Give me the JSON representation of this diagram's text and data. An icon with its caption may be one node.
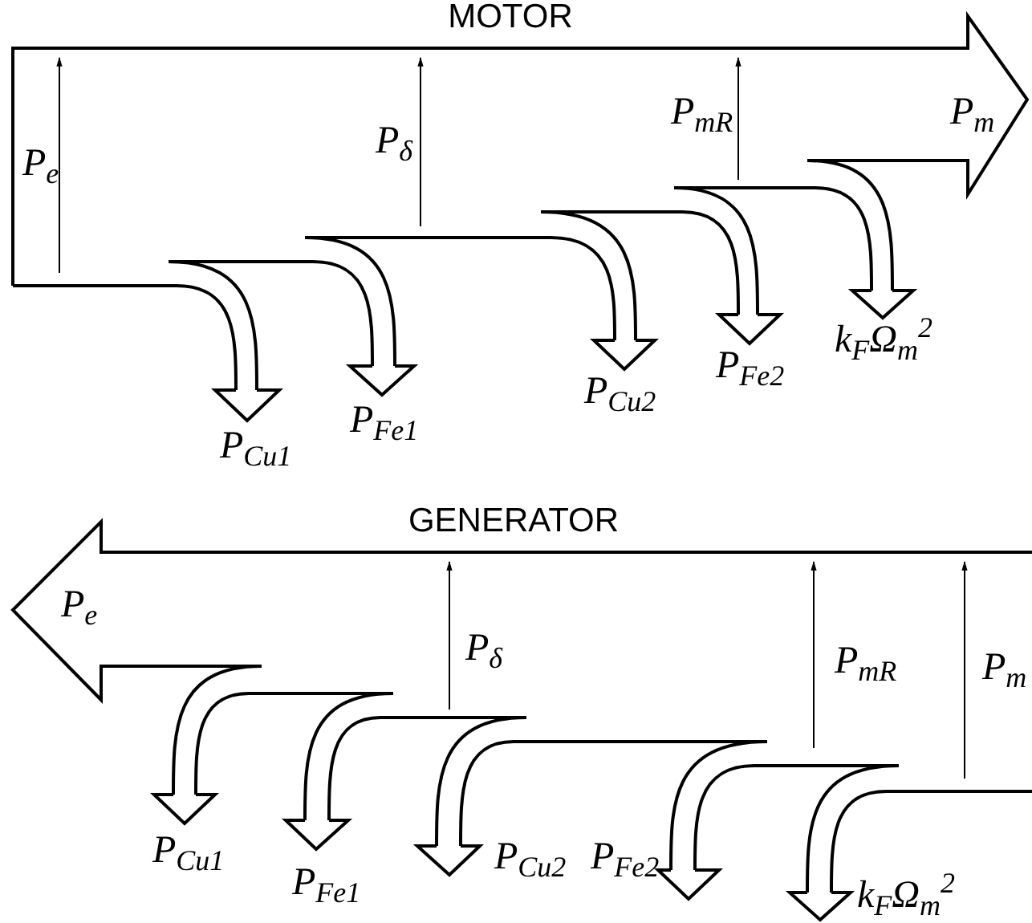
{
  "diagram": {
    "labels": [
      "MOTOR",
      "P$_{e}$",
      "P$_{δ}$",
      "P$_{mR}$",
      "P$_{m}$",
      "P$_{Cu1}$",
      "P$_{Fe1}$",
      "P$_{Cu2}$",
      "P$_{Fe2}$",
      "k$_{F}$Ω$_{m}$$^{2}$",
      "GENERATOR",
      "P$_{e}$",
      "P$_{δ}$",
      "P$_{mR}$",
      "P$_{m}$",
      "P$_{Cu1}$",
      "P$_{Fe1}$",
      "P$_{Cu2}$",
      "P$_{Fe2}$",
      "k$_{F}$Ω$_{m}$$^{2}$"
    ]
  }
}
